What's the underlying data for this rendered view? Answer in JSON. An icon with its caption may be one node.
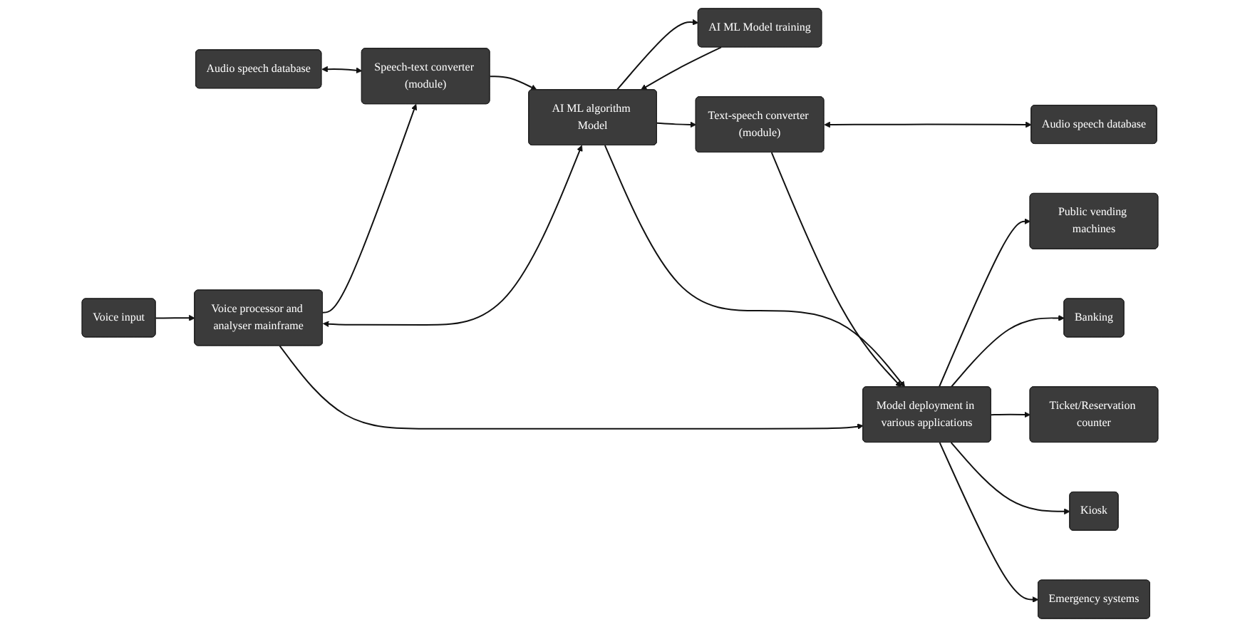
{
  "diagram": {
    "nodes": [
      {
        "text": [
          "Audio speech database"
        ]
      },
      {
        "text": [
          "AI ML Model training"
        ]
      },
      {
        "text": [
          "Audio speech database"
        ]
      },
      {
        "text": [
          "Speech-text converter (module)"
        ]
      },
      {
        "text": [
          "AI ML algorithm Model"
        ]
      },
      {
        "text": [
          "Text-speech converter (module)"
        ]
      },
      {
        "text": [
          "Public vending machines"
        ]
      },
      {
        "text": [
          "Voice input"
        ]
      },
      {
        "text": [
          "Banking"
        ]
      },
      {
        "text": [
          "Voice processor and analyser mainframe"
        ]
      },
      {
        "text": [
          "Ticket/Reservation counter"
        ]
      },
      {
        "text": [
          "Model deployment in various applications"
        ]
      },
      {
        "text": [
          "Kiosk"
        ]
      },
      {
        "text": [
          "Emergency systems"
        ]
      }
    ],
    "edges": [
      {
        "from": 0,
        "to": 3,
        "arrow": "both"
      },
      {
        "from": 3,
        "to": 4,
        "arrow": "to"
      },
      {
        "from": 1,
        "to": 4,
        "arrow": "to"
      },
      {
        "from": 4,
        "to": 1,
        "arrow": "to"
      },
      {
        "from": 4,
        "to": 5,
        "arrow": "to"
      },
      {
        "from": 5,
        "to": 2,
        "arrow": "both"
      },
      {
        "from": 9,
        "to": 3,
        "arrow": "to"
      },
      {
        "from": 9,
        "to": 4,
        "arrow": "both"
      },
      {
        "from": 4,
        "to": 11,
        "arrow": "to"
      },
      {
        "from": 5,
        "to": 11,
        "arrow": "to"
      },
      {
        "from": 7,
        "to": 9,
        "arrow": "to"
      },
      {
        "from": 9,
        "to": 11,
        "arrow": "to"
      },
      {
        "from": 11,
        "to": 6,
        "arrow": "to"
      },
      {
        "from": 11,
        "to": 8,
        "arrow": "to"
      },
      {
        "from": 11,
        "to": 10,
        "arrow": "to"
      },
      {
        "from": 11,
        "to": 12,
        "arrow": "to"
      },
      {
        "from": 11,
        "to": 13,
        "arrow": "to"
      }
    ]
  }
}
